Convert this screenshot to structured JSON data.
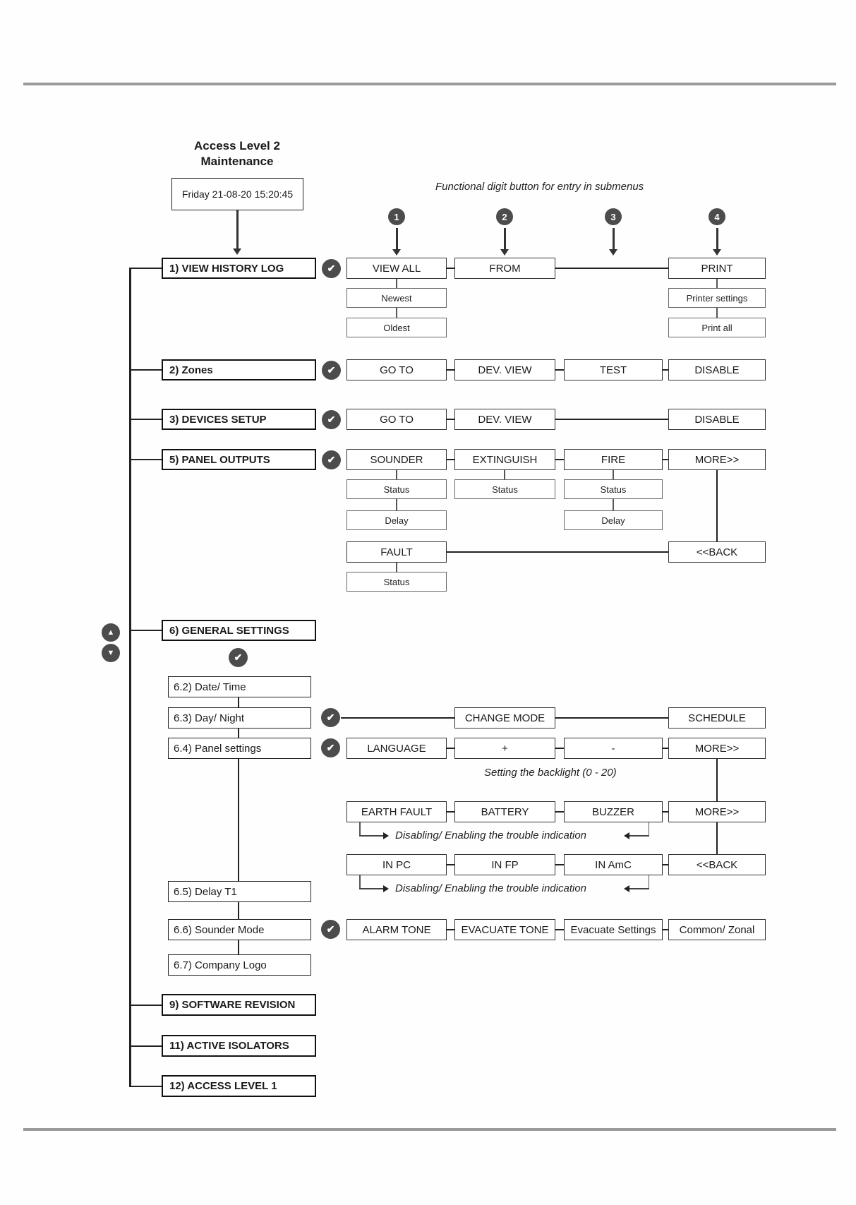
{
  "page": {
    "title_line1": "Access Level 2",
    "title_line2": "Maintenance",
    "datetime": "Friday 21-08-20 15:20:45",
    "digits": [
      "1",
      "2",
      "3",
      "4"
    ],
    "annotations": {
      "functional_digit": "Functional digit button for entry in submenus",
      "backlight": "Setting the backlight (0 - 20)",
      "trouble1": "Disabling/ Enabling the trouble indication",
      "trouble2": "Disabling/ Enabling the trouble indication"
    }
  },
  "icons": {
    "check": "✔",
    "up": "▲",
    "down": "▼"
  },
  "menu": {
    "m1": "1) VIEW HISTORY LOG",
    "m2": "2) Zones",
    "m3": "3) DEVICES SETUP",
    "m5": "5) PANEL OUTPUTS",
    "m6": "6) GENERAL SETTINGS",
    "m62": "6.2) Date/ Time",
    "m63": "6.3) Day/ Night",
    "m64": "6.4) Panel settings",
    "m65": "6.5) Delay T1",
    "m66": "6.6) Sounder Mode",
    "m67": "6.7) Company Logo",
    "m9": "9) SOFTWARE REVISION",
    "m11": "11) ACTIVE ISOLATORS",
    "m12": "12) ACCESS LEVEL 1"
  },
  "boxes": {
    "view_all": "VIEW ALL",
    "from": "FROM",
    "print": "PRINT",
    "newest": "Newest",
    "oldest": "Oldest",
    "printer_settings": "Printer settings",
    "print_all": "Print all",
    "goto_zones": "GO TO",
    "devview_zones": "DEV. VIEW",
    "test": "TEST",
    "disable_zones": "DISABLE",
    "goto_dev": "GO TO",
    "devview_dev": "DEV. VIEW",
    "disable_dev": "DISABLE",
    "sounder": "SOUNDER",
    "extinguish": "EXTINGUISH",
    "fire": "FIRE",
    "more_outputs": "MORE>>",
    "status_sounder": "Status",
    "status_ext": "Status",
    "status_fire": "Status",
    "delay_sounder": "Delay",
    "delay_fire": "Delay",
    "fault": "FAULT",
    "back_outputs": "<<BACK",
    "status_fault": "Status",
    "change_mode": "CHANGE MODE",
    "schedule": "SCHEDULE",
    "language": "LANGUAGE",
    "plus": "+",
    "minus": "-",
    "more_panel": "MORE>>",
    "earth_fault": "EARTH FAULT",
    "battery": "BATTERY",
    "buzzer": "BUZZER",
    "more_trouble": "MORE>>",
    "in_pc": "IN PC",
    "in_fp": "IN FP",
    "in_amc": "IN AmC",
    "back_trouble": "<<BACK",
    "alarm_tone": "ALARM TONE",
    "evacuate_tone": "EVACUATE TONE",
    "evacuate_settings": "Evacuate Settings",
    "common_zonal": "Common/ Zonal"
  }
}
